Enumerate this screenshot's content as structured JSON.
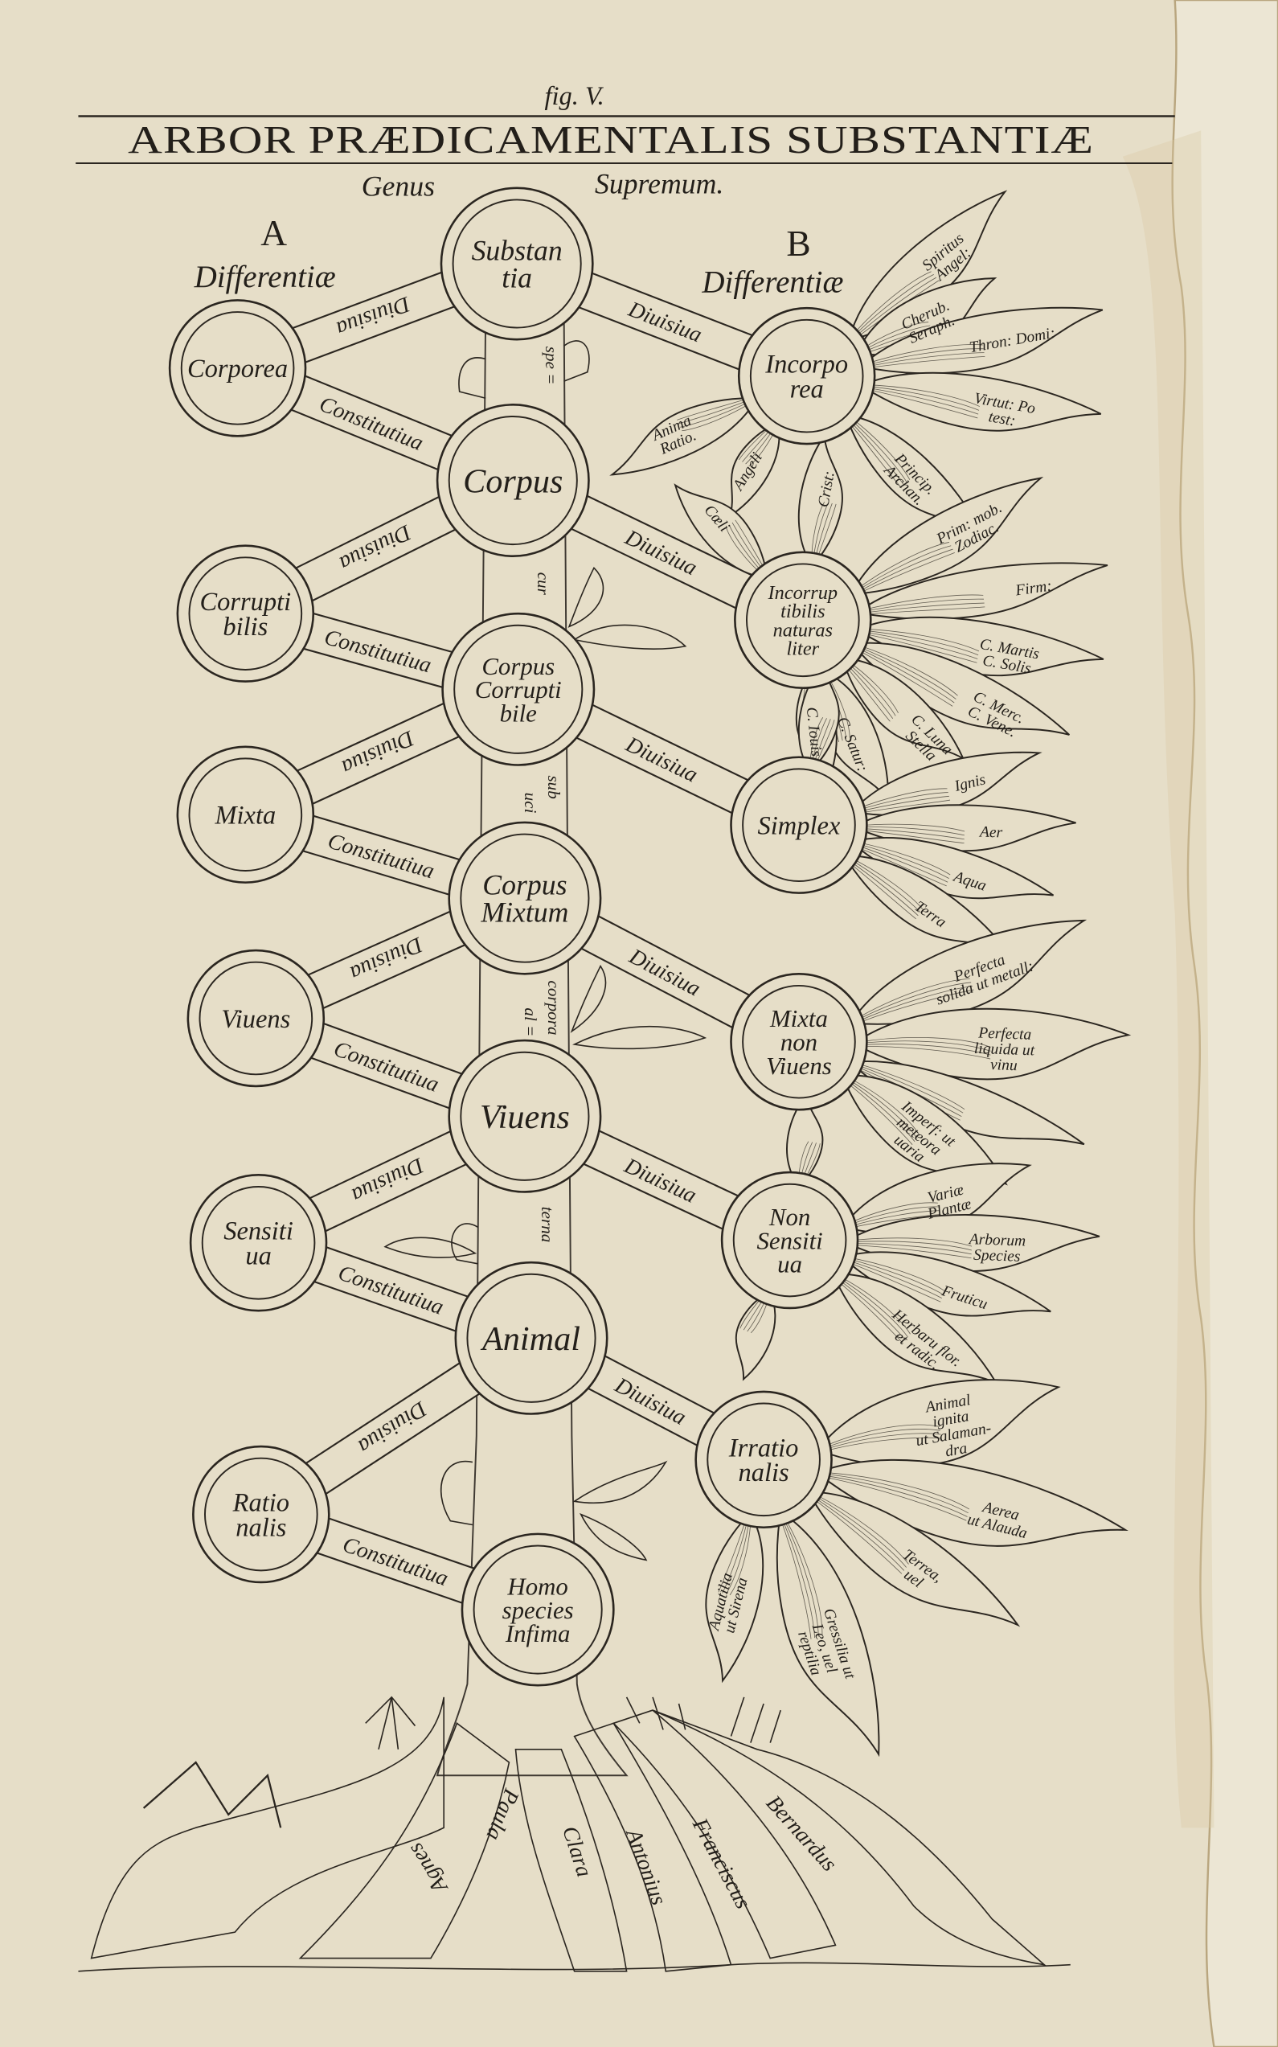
{
  "figure_label": "fig. V.",
  "title": "ARBOR PRÆDICAMENTALIS SUBSTANTIÆ",
  "genus": "Genus",
  "supremum": "Supremum.",
  "column_a": {
    "letter": "A",
    "label": "Differentiæ"
  },
  "column_b": {
    "letter": "B",
    "label": "Differentiæ"
  },
  "trunk_nodes": [
    [
      "Substan",
      "tia"
    ],
    [
      "Corpus"
    ],
    [
      "Corpus",
      "Corrupti",
      "bile"
    ],
    [
      "Corpus",
      "Mixtum"
    ],
    [
      "Viuens"
    ],
    [
      "Animal"
    ],
    [
      "Homo",
      "species",
      "Infima"
    ]
  ],
  "left_nodes": [
    [
      "Corporea"
    ],
    [
      "Corrupti",
      "bilis"
    ],
    [
      "Mixta"
    ],
    [
      "Viuens"
    ],
    [
      "Sensiti",
      "ua"
    ],
    [
      "Ratio",
      "nalis"
    ]
  ],
  "right_nodes": [
    [
      "Incorpo",
      "rea"
    ],
    [
      "Incorrup",
      "tibilis",
      "naturas",
      "liter"
    ],
    [
      "Simplex"
    ],
    [
      "Mixta",
      "non",
      "Viuens"
    ],
    [
      "Non",
      "Sensiti",
      "ua"
    ],
    [
      "Irratio",
      "nalis"
    ]
  ],
  "band_labels": {
    "divisive": "Diuisiua",
    "constitutive": "Constitutiua"
  },
  "leaves": [
    [
      [
        "Spiritus",
        "Angel:"
      ],
      [
        "Cherub.",
        "Seraph."
      ],
      [
        "Thron: Domi:"
      ],
      [
        "Virtut: Po",
        "test:"
      ],
      [
        "Princip.",
        "Archan."
      ],
      [
        "Angeli"
      ],
      [
        "Anima",
        "Ratio."
      ]
    ],
    [
      [
        "Cœli"
      ],
      [
        "Crist:"
      ],
      [
        "Prim: mob.",
        "Zodiac."
      ],
      [
        "Firm:"
      ],
      [
        "C. Martis",
        "C. Solis"
      ],
      [
        "C. Merc.",
        "C. Vene."
      ],
      [
        "C. Satur:"
      ],
      [
        "C. Iouis"
      ],
      [
        "C. Luna",
        "Stella"
      ]
    ],
    [
      [],
      [
        "Ignis"
      ],
      [
        "Aer"
      ],
      [
        "Aqua"
      ],
      [
        "Terra"
      ]
    ],
    [
      [
        "Perfecta",
        "solida ut metall:"
      ],
      [
        "Perfecta",
        "liquida ut",
        "vinu"
      ],
      [],
      [
        "Imperf: ut",
        "meteora",
        "uaria"
      ]
    ],
    [
      [],
      [
        "Variæ",
        "Plantæ"
      ],
      [
        "Arborum",
        "Species"
      ],
      [
        "Fruticu"
      ],
      [
        "Herbaru flor.",
        "et radic."
      ],
      []
    ],
    [
      [
        "Animal",
        "ignita",
        "ut Salaman-",
        "dra"
      ],
      [
        "Aerea",
        "ut Alauda"
      ],
      [
        "Terrea,",
        "uel"
      ],
      [
        "Gressilia ut",
        "Leo, uel",
        "reptilia"
      ],
      [
        "Aquatilia",
        "ut Sirena"
      ]
    ]
  ],
  "trunk_text": [
    "spe =",
    "cur",
    "sub",
    "uci",
    "corpora",
    "al =",
    "terna"
  ],
  "roots": [
    "Paula",
    "Agnes",
    "Clara",
    "Antonius",
    "Franciscus",
    "Bernardus"
  ],
  "colors": {
    "paper": "#e6dec8",
    "ink": "#2b2620",
    "edge": "#efe9d8"
  }
}
